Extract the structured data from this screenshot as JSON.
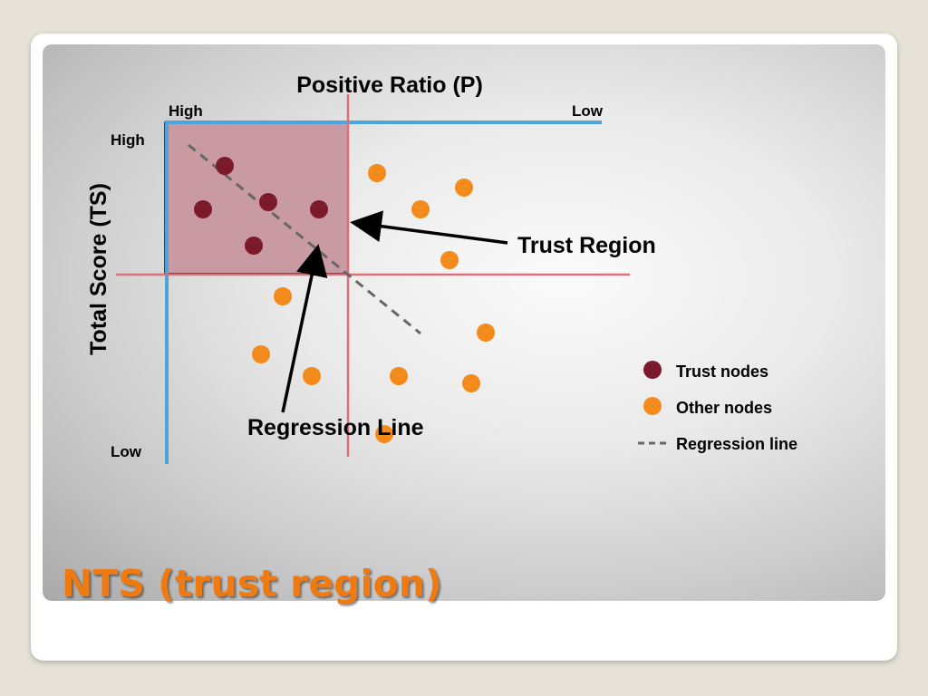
{
  "slide_title": "NTS (trust region)",
  "diagram": {
    "x_axis_title": "Positive Ratio (P)",
    "x_high": "High",
    "x_low": "Low",
    "y_axis_title": "Total Score (TS)",
    "y_high": "High",
    "y_low": "Low",
    "annotations": {
      "trust_region": "Trust Region",
      "regression_line": "Regression Line"
    },
    "legend": [
      {
        "label": "Trust nodes",
        "type": "dot",
        "color": "#7a1a2a"
      },
      {
        "label": "Other nodes",
        "type": "dot",
        "color": "#f28a1c"
      },
      {
        "label": "Regression line",
        "type": "dash",
        "color": "#666666"
      }
    ],
    "colors": {
      "axis_blue": "#4da3dc",
      "quadrant_red": "#d9707a",
      "trust_region_fill": "#c99aa2",
      "trust_node": "#7a1a2a",
      "other_node": "#f28a1c",
      "title_orange": "#f07a12"
    }
  }
}
